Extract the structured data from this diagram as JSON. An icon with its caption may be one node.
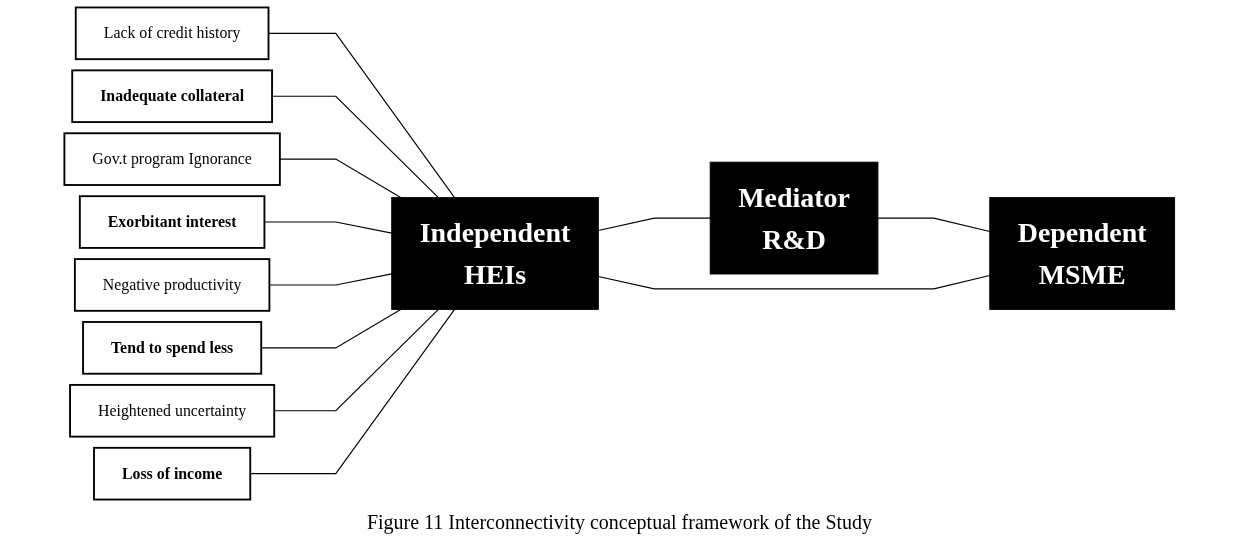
{
  "diagram": {
    "caption": "Figure 11 Interconnectivity conceptual framework of the Study",
    "nodes": [
      {
        "text": [
          "Lack of credit history"
        ]
      },
      {
        "text": [
          "Inadequate collateral"
        ]
      },
      {
        "text": [
          "Gov.t program Ignorance"
        ]
      },
      {
        "text": [
          "Exorbitant interest"
        ]
      },
      {
        "text": [
          "Negative productivity"
        ]
      },
      {
        "text": [
          "Tend to spend less"
        ]
      },
      {
        "text": [
          "Heightened uncertainty"
        ]
      },
      {
        "text": [
          "Loss of income"
        ]
      },
      {
        "text": [
          "Independent",
          "HEIs"
        ]
      },
      {
        "text": [
          "Mediator",
          "R&D"
        ]
      },
      {
        "text": [
          "Dependent",
          "MSME"
        ]
      }
    ],
    "edges": [
      {
        "from": 0,
        "to": 8,
        "arrow": "none"
      },
      {
        "from": 1,
        "to": 8,
        "arrow": "none"
      },
      {
        "from": 2,
        "to": 8,
        "arrow": "none"
      },
      {
        "from": 3,
        "to": 8,
        "arrow": "none"
      },
      {
        "from": 4,
        "to": 8,
        "arrow": "none"
      },
      {
        "from": 5,
        "to": 8,
        "arrow": "none"
      },
      {
        "from": 6,
        "to": 8,
        "arrow": "none"
      },
      {
        "from": 7,
        "to": 8,
        "arrow": "none"
      },
      {
        "from": 8,
        "to": 9,
        "arrow": "none"
      },
      {
        "from": 9,
        "to": 10,
        "arrow": "none"
      },
      {
        "from": 8,
        "to": 10,
        "arrow": "none"
      }
    ]
  }
}
